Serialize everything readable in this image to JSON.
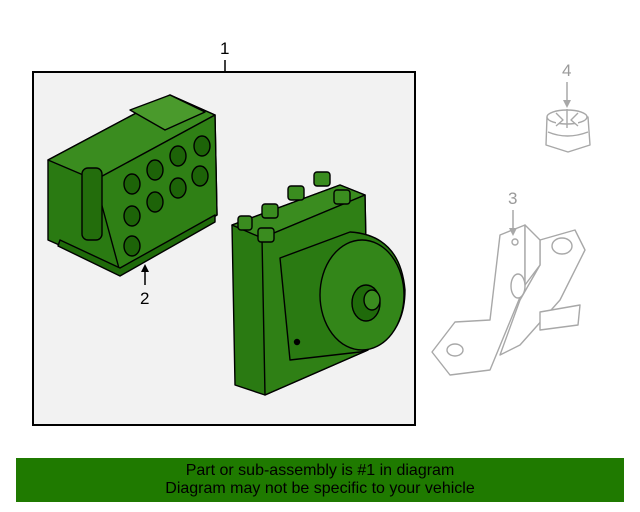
{
  "callouts": {
    "c1": "1",
    "c2": "2",
    "c3": "3",
    "c4": "4"
  },
  "banner": {
    "line1": "Part or sub-assembly is #1 in diagram",
    "line2": "Diagram may not be specific to your vehicle"
  },
  "colors": {
    "part_fill": "#2a7a12",
    "panel_fill": "#f2f2f2",
    "ghost_stroke": "#a8a8a8",
    "banner_bg": "#1f7a00"
  }
}
